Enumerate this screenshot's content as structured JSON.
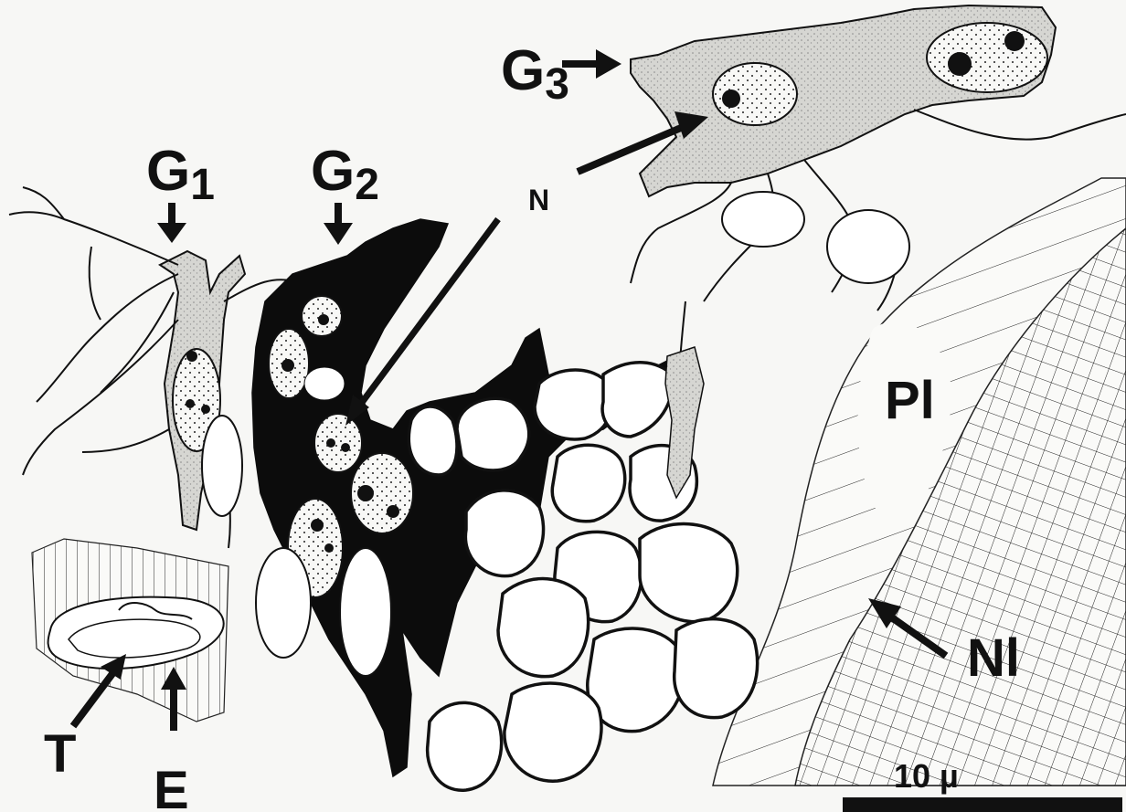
{
  "figure": {
    "labels": {
      "g1": {
        "letter": "G",
        "sub": "1"
      },
      "g2": {
        "letter": "G",
        "sub": "2"
      },
      "g3": {
        "letter": "G",
        "sub": "3"
      },
      "n": "N",
      "pl": "Pl",
      "nl": "Nl",
      "t": "T",
      "e": "E"
    },
    "scale_bar": {
      "label": "10 µ"
    }
  }
}
